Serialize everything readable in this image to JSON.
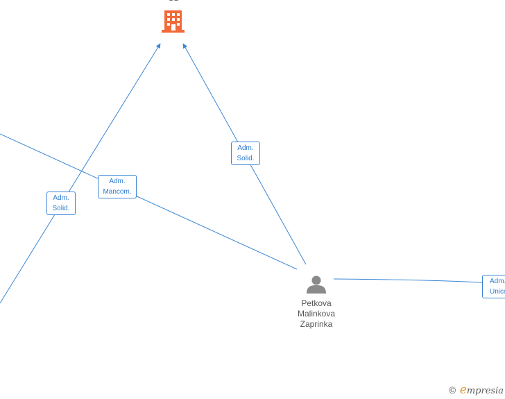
{
  "nodes": {
    "company_top": {
      "label": "SL",
      "icon": "building-icon",
      "color": "#f26a3a"
    },
    "person": {
      "name_lines": [
        "Petkova",
        "Malinkova",
        "Zaprinka"
      ],
      "icon": "person-icon",
      "color": "#8a8a8a"
    }
  },
  "edges": {
    "left_solid": {
      "line1": "Adm.",
      "line2": "Solid."
    },
    "mancom": {
      "line1": "Adm.",
      "line2": "Mancom."
    },
    "person_solid": {
      "line1": "Adm.",
      "line2": "Solid."
    },
    "person_unico": {
      "line1": "Adm.",
      "line2": "Unico"
    }
  },
  "colors": {
    "edge": "#3b86d6",
    "label_text": "#2a7ad0"
  },
  "watermark": {
    "copyright": "©",
    "brand_first": "e",
    "brand_rest": "mpresia"
  }
}
